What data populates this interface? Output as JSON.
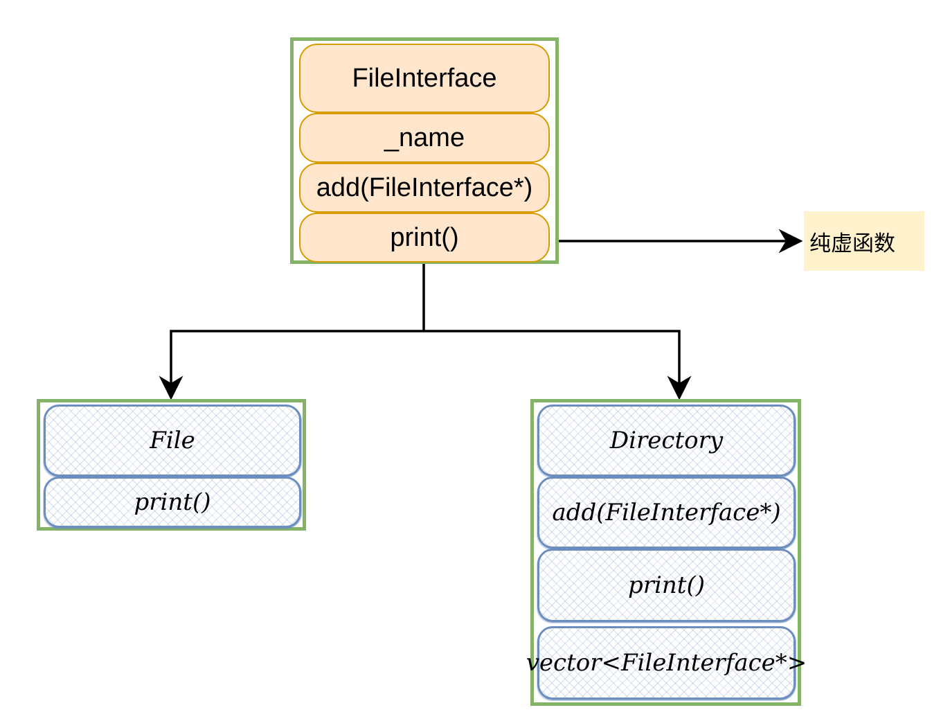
{
  "base_class": {
    "title": "FileInterface",
    "members": [
      "_name",
      "add(FileInterface*)",
      "print()"
    ]
  },
  "annotation": {
    "text": "纯虚函数"
  },
  "derived_classes": [
    {
      "title": "File",
      "members": [
        "print()"
      ]
    },
    {
      "title": "Directory",
      "members": [
        "add(FileInterface*)",
        "print()",
        "vector<FileInterface*>"
      ]
    }
  ],
  "colors": {
    "frame_border": "#82b366",
    "base_fill": "#ffe6cc",
    "base_stroke": "#d79b00",
    "derived_stroke": "#6c8ebf",
    "note_fill": "#fff2cc",
    "connector": "#000000"
  }
}
